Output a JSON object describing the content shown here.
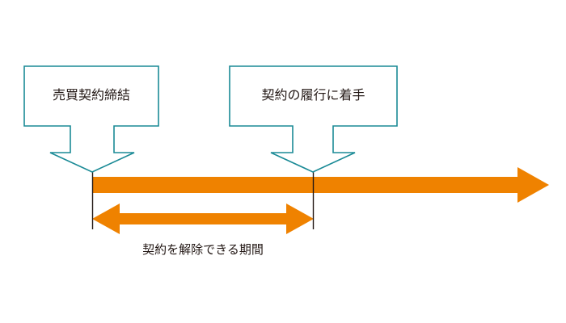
{
  "diagram": {
    "callouts": [
      {
        "label": "売買契約締結"
      },
      {
        "label": "契約の履行に着手"
      }
    ],
    "period_label": "契約を解除できる期間",
    "colors": {
      "timeline": "#EF8200",
      "callout_border": "#1A8A96",
      "marker_line": "#231815",
      "text": "#231815"
    }
  }
}
